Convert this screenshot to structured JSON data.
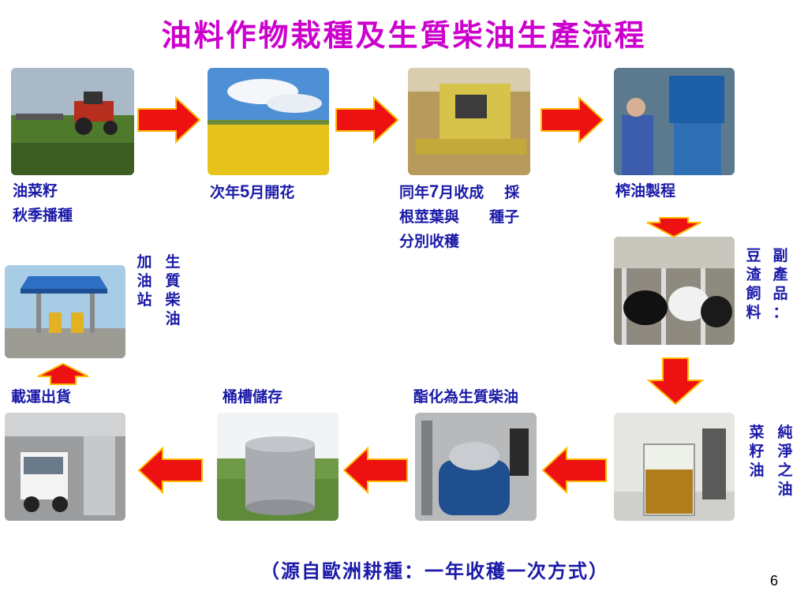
{
  "title": "油料作物栽種及生質柴油生產流程",
  "steps": {
    "sowing": {
      "line1": "油菜籽",
      "line2": "秋季播種"
    },
    "flowering": {
      "pre": "次年",
      "num": "5",
      "post": "月開花"
    },
    "harvest": {
      "line1_pre": "同年",
      "line1_num": "7",
      "line1_post": "月收成",
      "col_extra": "採",
      "line2a": "根莖葉與",
      "line2b": "種子",
      "line3": "分別收穫"
    },
    "pressing": {
      "label": "榨油製程"
    },
    "byproduct": {
      "col1": [
        "豆",
        "渣",
        "飼",
        "料"
      ],
      "col2": [
        "副",
        "產",
        "品",
        "："
      ]
    },
    "pure_oil": {
      "col1": [
        "菜",
        "籽",
        "油"
      ],
      "col2": [
        "純",
        "淨",
        "之",
        "油"
      ]
    },
    "esterification": {
      "label": "酯化為生質柴油"
    },
    "storage": {
      "label": "桶槽儲存"
    },
    "shipping": {
      "label": "載運出貨"
    },
    "gas_station": {
      "col1": [
        "加",
        "油",
        "站"
      ],
      "col2": [
        "生",
        "質",
        "柴",
        "油"
      ]
    }
  },
  "source_note": "（源自歐洲耕種：一年收穫一次方式）",
  "page_number": "6",
  "colors": {
    "title": "#cc00cc",
    "text": "#1a1aa8",
    "arrow": "#ee1111",
    "arrow_outline": "#ffbb00"
  }
}
